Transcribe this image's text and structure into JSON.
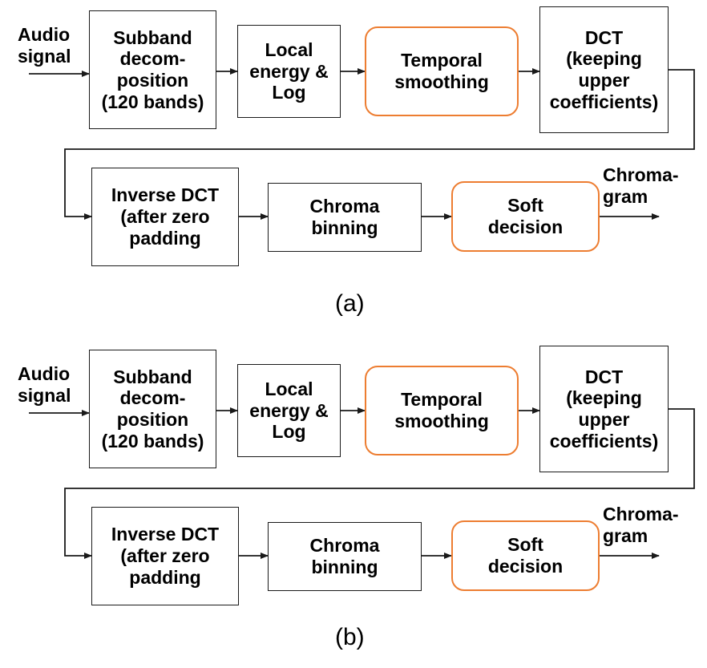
{
  "panels": [
    {
      "caption": "(a)",
      "input_label": "Audio\nsignal",
      "output_label": "Chroma-\ngram",
      "blocks": {
        "subband": "Subband\ndecom-\nposition\n(120 bands)",
        "energy": "Local\nenergy &\nLog",
        "smoothing": "Temporal\nsmoothing",
        "dct": "DCT\n(keeping\nupper\ncoefficients)",
        "idct": "Inverse DCT\n(after zero\npadding",
        "binning": "Chroma\nbinning",
        "decision": "Soft\ndecision"
      }
    },
    {
      "caption": "(b)",
      "input_label": "Audio\nsignal",
      "output_label": "Chroma-\ngram",
      "blocks": {
        "subband": "Subband\ndecom-\nposition\n(120 bands)",
        "energy": "Local\nenergy &\nLog",
        "smoothing": "Temporal\nsmoothing",
        "dct": "DCT\n(keeping\nupper\ncoefficients)",
        "idct": "Inverse DCT\n(after zero\npadding",
        "binning": "Chroma\nbinning",
        "decision": "Soft\ndecision"
      }
    }
  ],
  "colors": {
    "highlight_border": "#ED7D31",
    "line": "#1a1a1a"
  }
}
